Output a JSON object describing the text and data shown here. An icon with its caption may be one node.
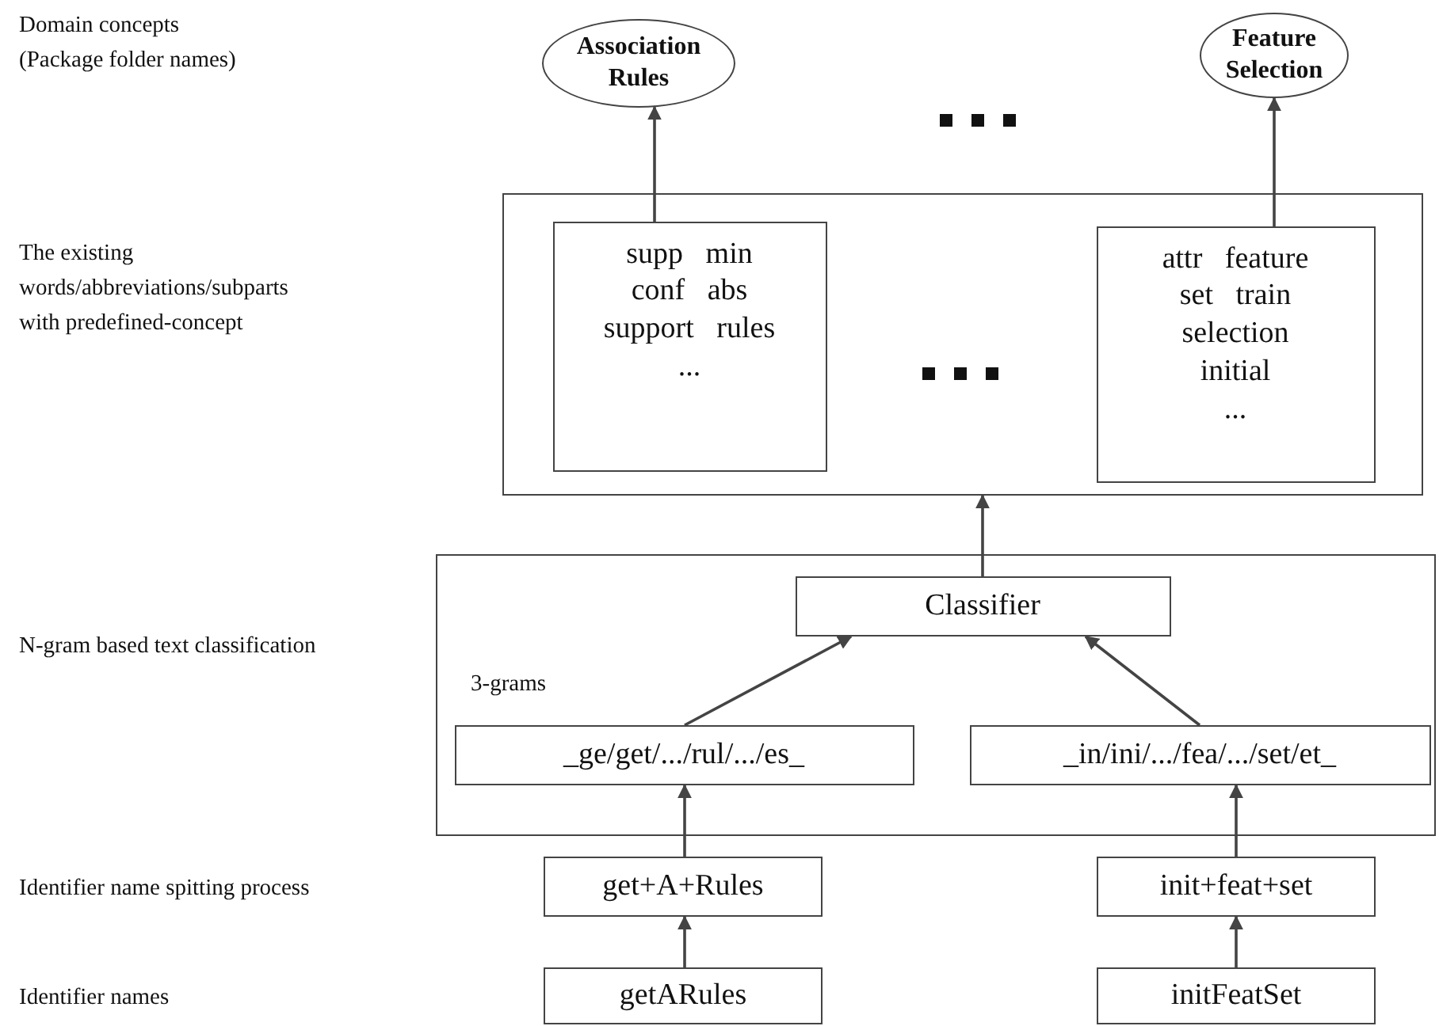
{
  "diagram": {
    "nodes": [
      {
        "text": [
          "Association Rules"
        ]
      },
      {
        "text": [
          "Feature Selection"
        ]
      },
      {
        "text": [],
        "shape": "box"
      },
      {
        "text": [
          "supp min",
          "conf abs",
          "support rules",
          "..."
        ],
        "in": 2
      },
      {
        "text": [
          "attr feature",
          "set train",
          "selection",
          "initial",
          "..."
        ],
        "in": 2
      },
      {
        "text": [],
        "shape": "box"
      },
      {
        "text": [
          "Classifier"
        ],
        "in": 5
      },
      {
        "text": [
          "_ge/get/.../rul/.../es_"
        ],
        "in": 5
      },
      {
        "text": [
          "_in/ini/.../fea/.../set/et_"
        ],
        "in": 5
      },
      {
        "text": [
          "get+A+Rules"
        ]
      },
      {
        "text": [
          "init+feat+set"
        ]
      },
      {
        "text": [
          "getARules"
        ]
      },
      {
        "text": [
          "initFeatSet"
        ]
      }
    ],
    "edges": [
      {
        "from": 3,
        "to": 0,
        "arrow": "to"
      },
      {
        "from": 4,
        "to": 1,
        "arrow": "to"
      },
      {
        "from": 6,
        "to": 2,
        "arrow": "to"
      },
      {
        "from": 7,
        "to": 6,
        "arrow": "to"
      },
      {
        "from": 8,
        "to": 6,
        "arrow": "to"
      },
      {
        "from": 9,
        "to": 7,
        "arrow": "to"
      },
      {
        "from": 10,
        "to": 8,
        "arrow": "to"
      },
      {
        "from": 11,
        "to": 9,
        "arrow": "to"
      },
      {
        "from": 12,
        "to": 10,
        "arrow": "to"
      }
    ],
    "labels": [
      "Domain concepts (Package folder names)",
      "The existing words/abbreviations/subparts with predefined-concept",
      "N-gram based text classification",
      "3-grams",
      "Identifier name spitting process",
      "Identifier names"
    ]
  }
}
